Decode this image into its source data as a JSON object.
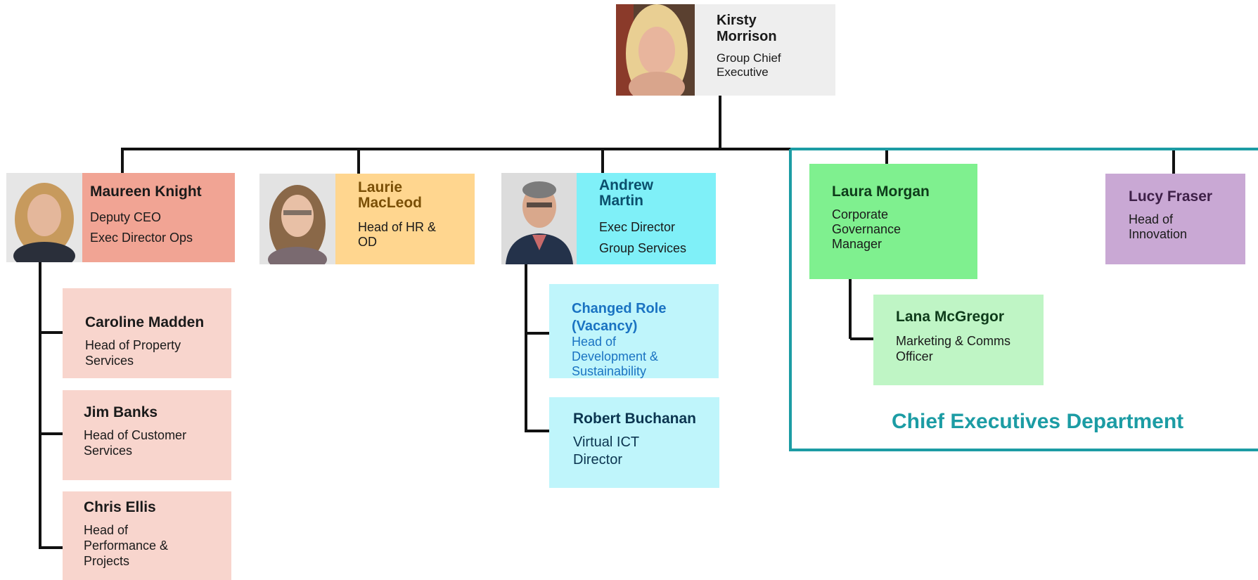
{
  "ceo": {
    "name": "Kirsty Morrison",
    "name_lines": [
      "Kirsty",
      "Morrison"
    ],
    "role_lines": [
      "Group Chief",
      "Executive"
    ]
  },
  "directors": {
    "maureen": {
      "name": "Maureen Knight",
      "role_lines": [
        "Deputy CEO",
        "Exec Director Ops"
      ],
      "color": "#f1a494"
    },
    "laurie": {
      "name_lines": [
        "Laurie",
        "MacLeod"
      ],
      "role_lines": [
        "Head of HR &",
        "OD"
      ],
      "color": "#ffd68f"
    },
    "andrew": {
      "name_lines": [
        "Andrew",
        "Martin"
      ],
      "role_lines": [
        "Exec Director",
        "Group Services"
      ],
      "color": "#7ff0f8"
    },
    "laura": {
      "name": "Laura Morgan",
      "role_lines": [
        "Corporate",
        "Governance",
        "Manager"
      ],
      "color": "#7ff08f"
    },
    "lucy": {
      "name": "Lucy Fraser",
      "role_lines": [
        "Head of",
        "Innovation"
      ],
      "color": "#c9a8d4"
    }
  },
  "reports": {
    "caroline": {
      "name": "Caroline Madden",
      "role_lines": [
        "Head of Property",
        "Services"
      ]
    },
    "jim": {
      "name": "Jim Banks",
      "role_lines": [
        "Head of Customer",
        "Services"
      ]
    },
    "chris": {
      "name": "Chris Ellis",
      "role_lines": [
        "Head of",
        "Performance &",
        "Projects"
      ]
    },
    "changed": {
      "name_lines": [
        "Changed Role",
        "(Vacancy)"
      ],
      "role_lines": [
        "Head of",
        "Development &",
        "Sustainability"
      ]
    },
    "robert": {
      "name": "Robert Buchanan",
      "role_lines": [
        "Virtual ICT",
        "Director"
      ]
    },
    "lana": {
      "name": "Lana McGregor",
      "role_lines": [
        "Marketing & Comms",
        "Officer"
      ]
    }
  },
  "department": {
    "label": "Chief Executives Department",
    "border_color": "#1c9ca4"
  }
}
